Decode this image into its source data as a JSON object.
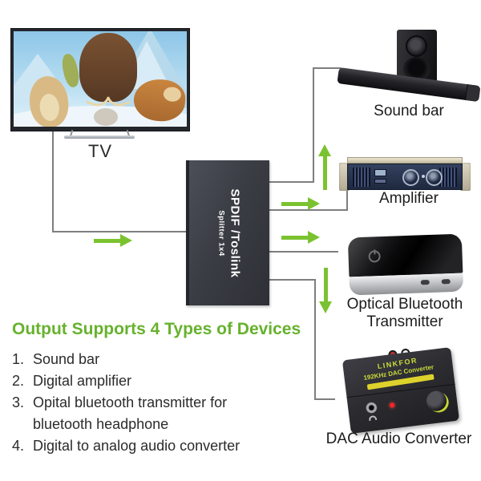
{
  "diagram": {
    "tv": {
      "label": "TV"
    },
    "splitter": {
      "title": "SPDIF /Toslink",
      "subtitle": "Splitter 1x4"
    },
    "devices": [
      {
        "id": "sound-bar",
        "label": "Sound bar"
      },
      {
        "id": "amplifier",
        "label": "Amplifier"
      },
      {
        "id": "bluetooth-transmitter",
        "label_line1": "Optical Bluetooth",
        "label_line2": "Transmitter"
      },
      {
        "id": "dac-converter",
        "label": "DAC Audio Converter"
      }
    ],
    "dac_device_text": {
      "brand": "LINKFOR",
      "model": "192KHz DAC Converter"
    }
  },
  "notes": {
    "heading": "Output Supports 4 Types of Devices",
    "items": [
      {
        "num": "1.",
        "text": "Sound bar"
      },
      {
        "num": "2.",
        "text": "Digital amplifier"
      },
      {
        "num": "3.",
        "text": "Opital bluetooth transmitter for bluetooth headphone"
      },
      {
        "num": "4.",
        "text": "Digital to analog audio converter"
      }
    ]
  },
  "colors": {
    "heading_green": "#66b22d",
    "arrow_green": "#7bc230",
    "wire_gray": "#7e7e7e"
  }
}
